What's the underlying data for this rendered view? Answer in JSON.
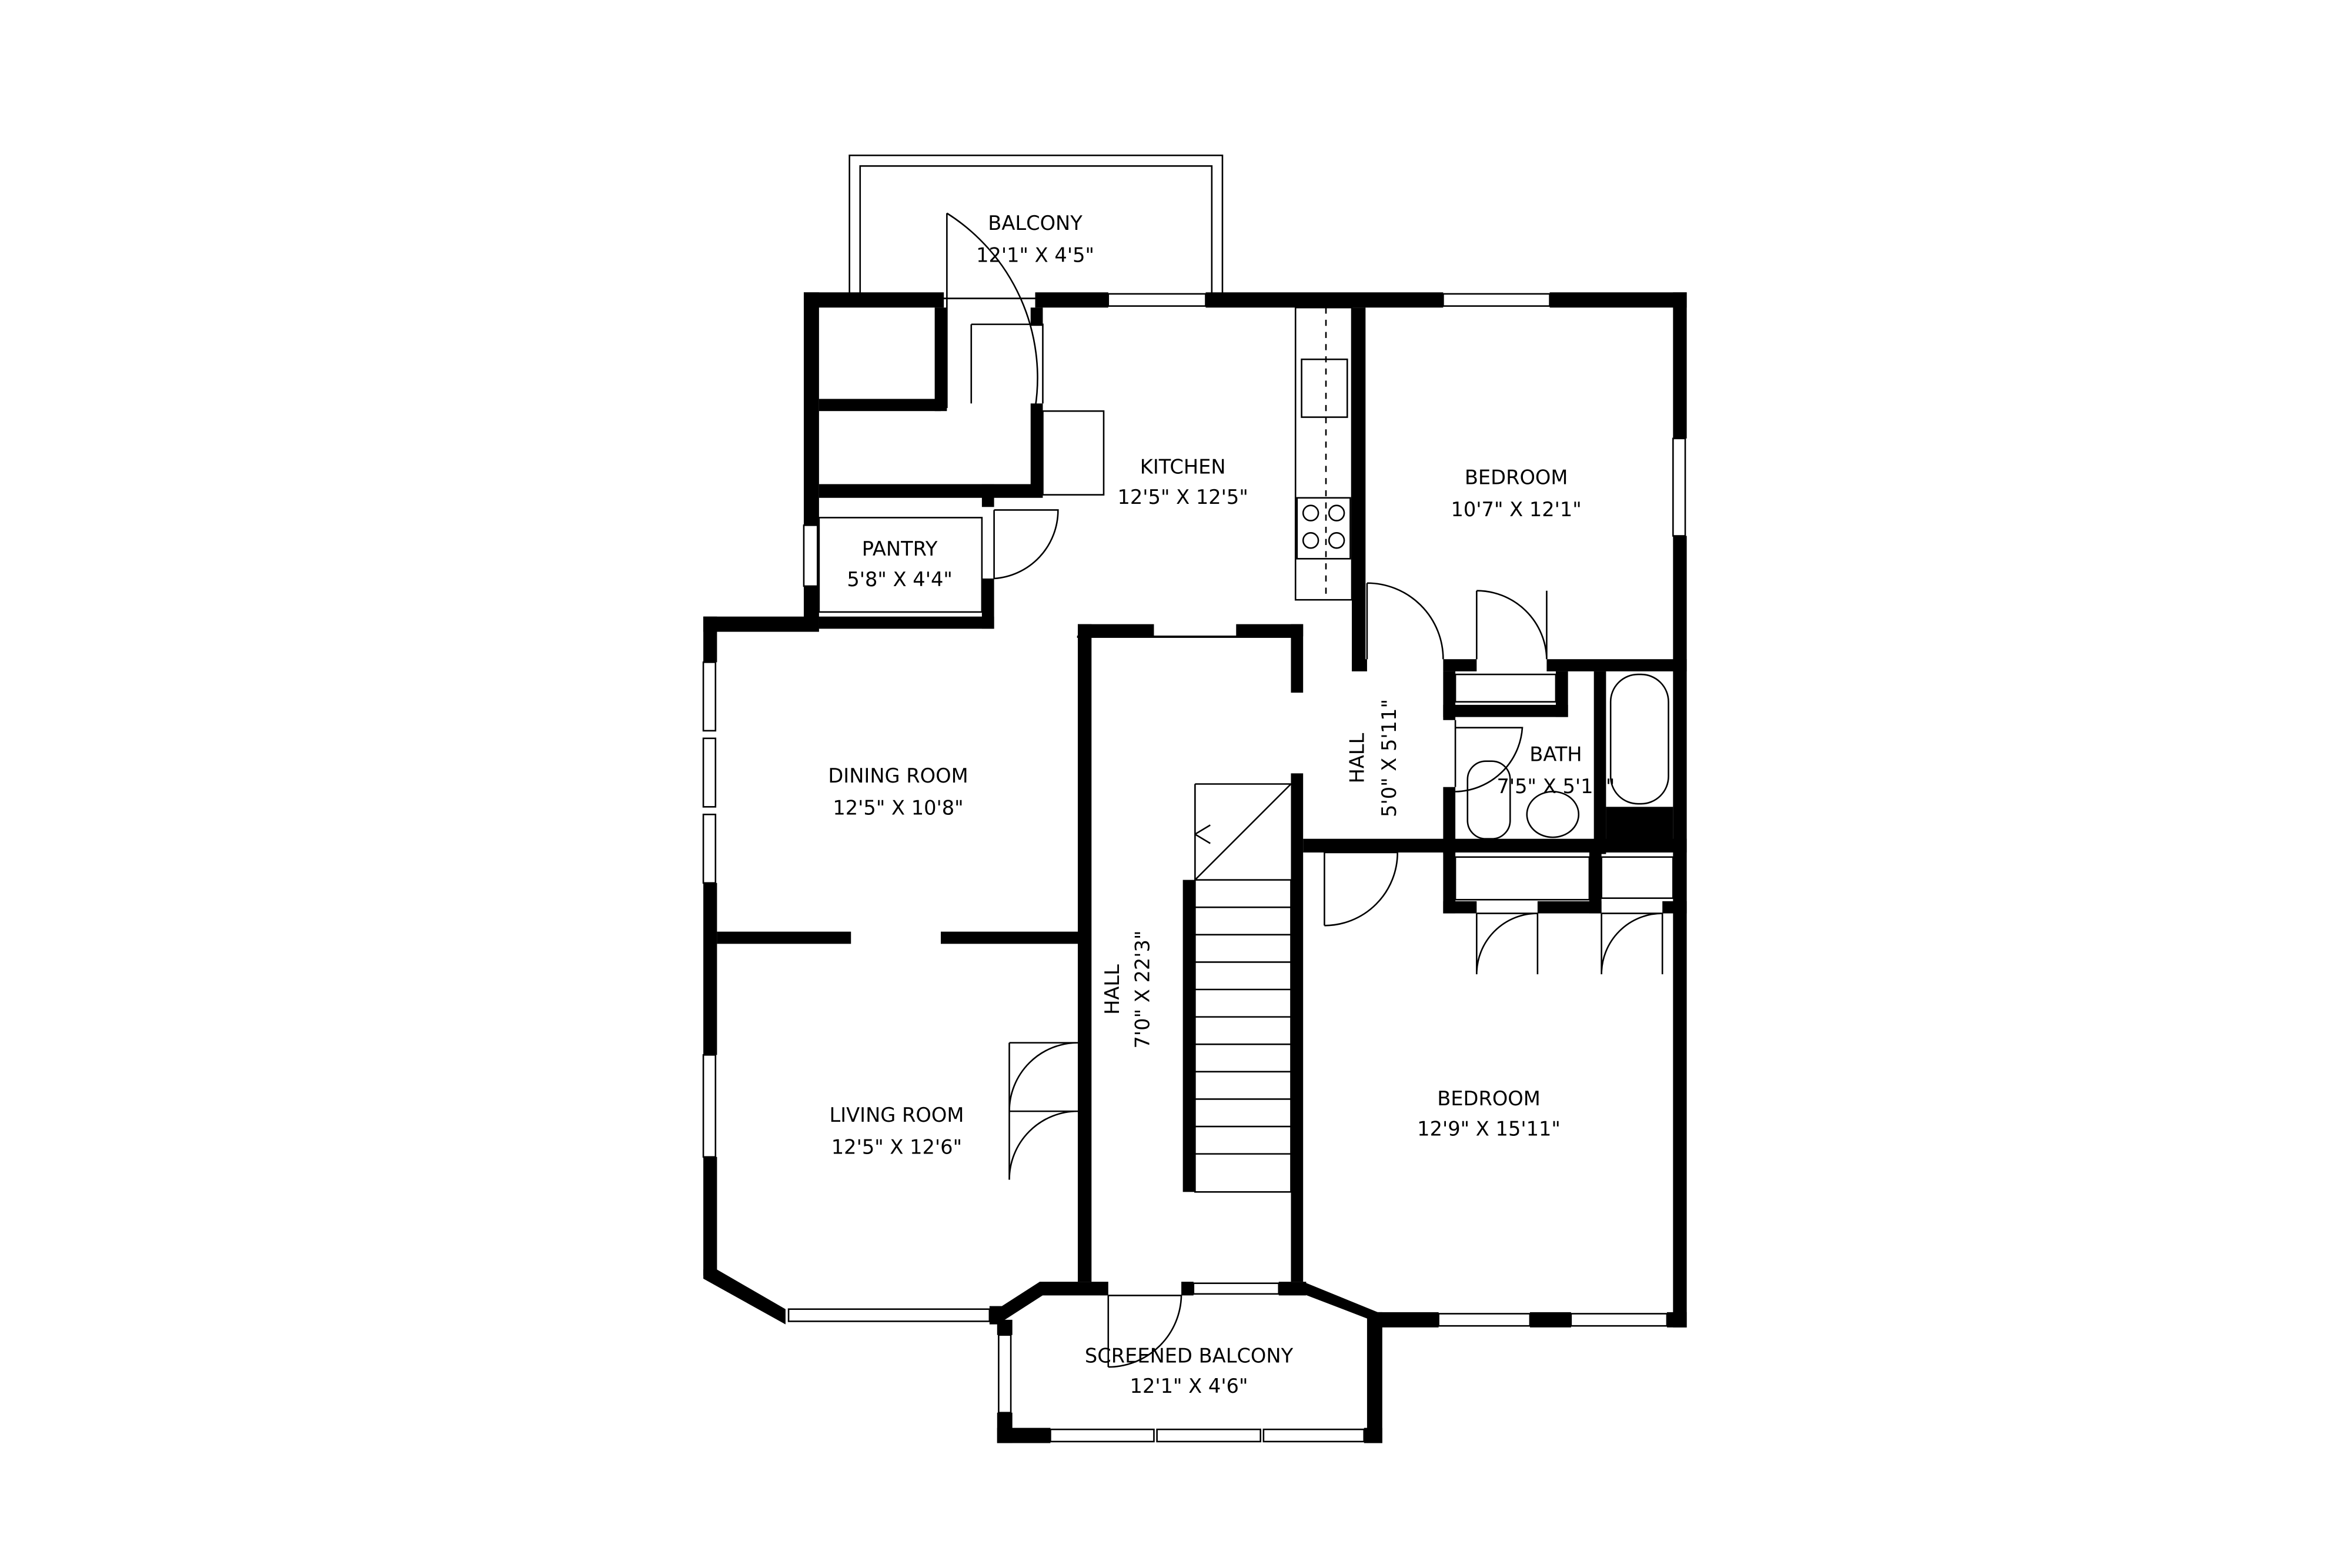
{
  "floorplan": {
    "rooms": {
      "balcony": {
        "name": "BALCONY",
        "dims": "12'1\" X 4'5\""
      },
      "kitchen": {
        "name": "KITCHEN",
        "dims": "12'5\" X 12'5\""
      },
      "pantry": {
        "name": "PANTRY",
        "dims": "5'8\" X 4'4\""
      },
      "bedroom_top": {
        "name": "BEDROOM",
        "dims": "10'7\" X 12'1\""
      },
      "dining": {
        "name": "DINING ROOM",
        "dims": "12'5\" X 10'8\""
      },
      "hall_small": {
        "name": "HALL",
        "dims": "5'0\" X 5'11\""
      },
      "bath": {
        "name": "BATH",
        "dims": "7'5\" X 5'11\""
      },
      "hall_main": {
        "name": "HALL",
        "dims": "7'0\" X 22'3\""
      },
      "living": {
        "name": "LIVING ROOM",
        "dims": "12'5\" X 12'6\""
      },
      "bedroom_bottom": {
        "name": "BEDROOM",
        "dims": "12'9\" X 15'11\""
      },
      "screened_balcony": {
        "name": "SCREENED BALCONY",
        "dims": "12'1\" X 4'6\""
      }
    }
  }
}
